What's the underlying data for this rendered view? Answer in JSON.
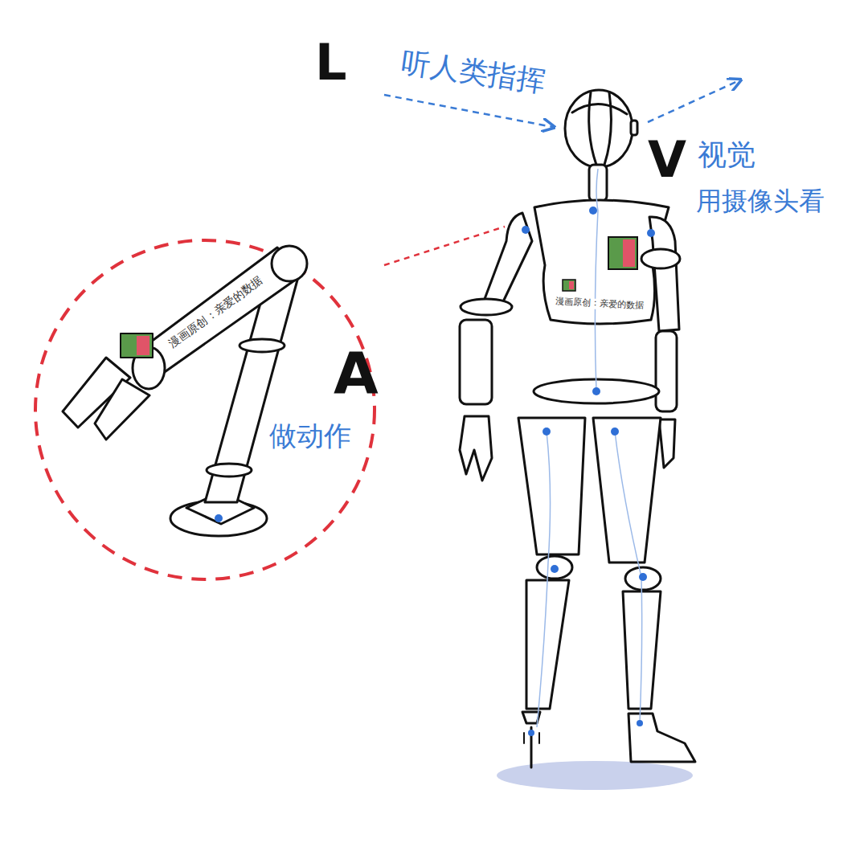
{
  "diagram": {
    "nodes": [
      {
        "text": [
          "A",
          "做动作"
        ]
      }
    ],
    "labels": [
      "L",
      "听人类指挥",
      "V",
      "视觉",
      "用摄像头看",
      "漫画原创：亲爱的数据",
      "漫画原创：亲爱的数据"
    ]
  }
}
